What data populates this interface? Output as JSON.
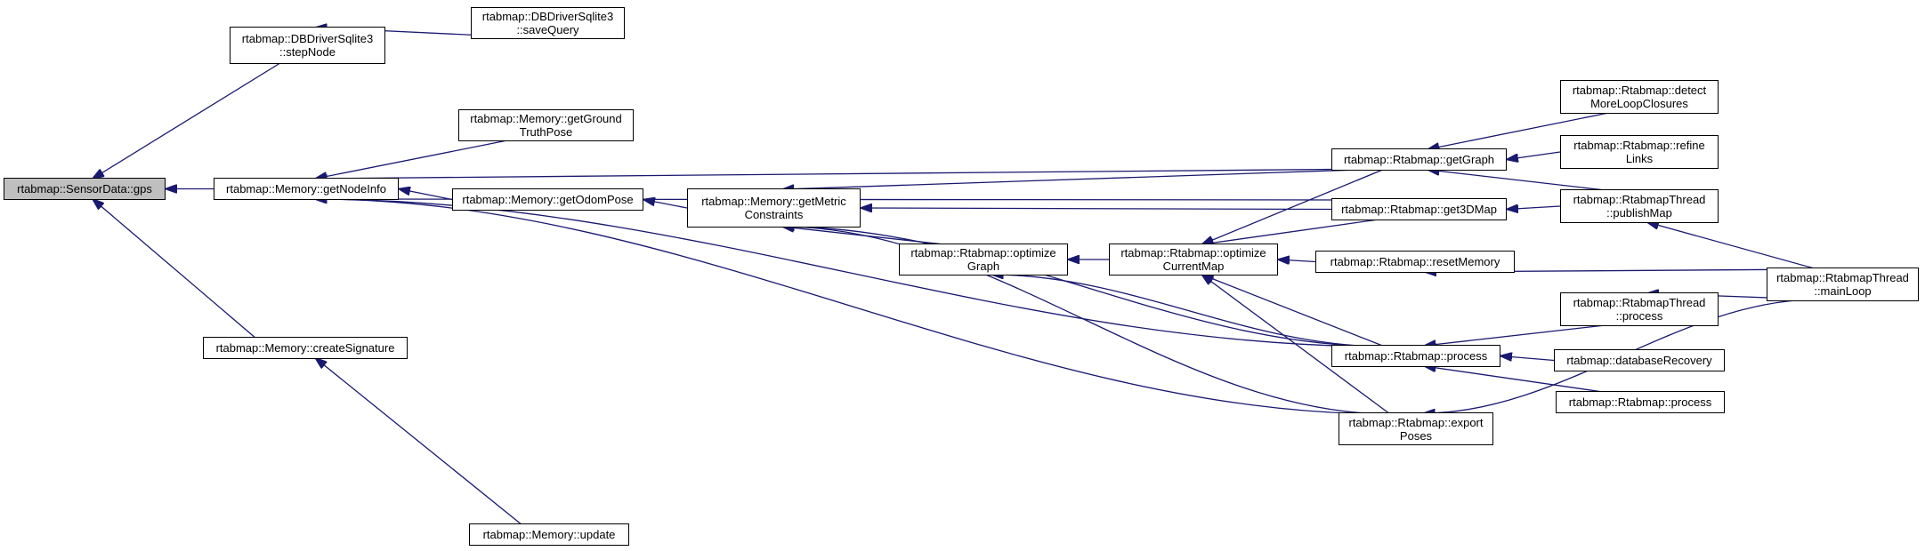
{
  "colors": {
    "edge": "#191970",
    "root_fill": "#bfbfbf",
    "node_fill": "#ffffff",
    "node_border": "#000000"
  },
  "nodes": [
    {
      "id": "gps",
      "lines": [
        "rtabmap::SensorData::gps"
      ],
      "root": true
    },
    {
      "id": "stepNode",
      "lines": [
        "rtabmap::DBDriverSqlite3",
        "::stepNode"
      ]
    },
    {
      "id": "saveQuery",
      "lines": [
        "rtabmap::DBDriverSqlite3",
        "::saveQuery"
      ]
    },
    {
      "id": "getNodeInfo",
      "lines": [
        "rtabmap::Memory::getNodeInfo"
      ]
    },
    {
      "id": "getGroundTruthPose",
      "lines": [
        "rtabmap::Memory::getGround",
        "TruthPose"
      ]
    },
    {
      "id": "getOdomPose",
      "lines": [
        "rtabmap::Memory::getOdomPose"
      ]
    },
    {
      "id": "getMetricConstraints",
      "lines": [
        "rtabmap::Memory::getMetric",
        "Constraints"
      ]
    },
    {
      "id": "optimizeGraph",
      "lines": [
        "rtabmap::Rtabmap::optimize",
        "Graph"
      ]
    },
    {
      "id": "optimizeCurrentMap",
      "lines": [
        "rtabmap::Rtabmap::optimize",
        "CurrentMap"
      ]
    },
    {
      "id": "getGraph",
      "lines": [
        "rtabmap::Rtabmap::getGraph"
      ]
    },
    {
      "id": "get3DMap",
      "lines": [
        "rtabmap::Rtabmap::get3DMap"
      ]
    },
    {
      "id": "resetMemory",
      "lines": [
        "rtabmap::Rtabmap::resetMemory"
      ]
    },
    {
      "id": "process",
      "lines": [
        "rtabmap::Rtabmap::process"
      ]
    },
    {
      "id": "exportPoses",
      "lines": [
        "rtabmap::Rtabmap::export",
        "Poses"
      ]
    },
    {
      "id": "detectMoreLoopClosures",
      "lines": [
        "rtabmap::Rtabmap::detect",
        "MoreLoopClosures"
      ]
    },
    {
      "id": "refineLinks",
      "lines": [
        "rtabmap::Rtabmap::refine",
        "Links"
      ]
    },
    {
      "id": "publishMap",
      "lines": [
        "rtabmap::RtabmapThread",
        "::publishMap"
      ]
    },
    {
      "id": "threadProcess",
      "lines": [
        "rtabmap::RtabmapThread",
        "::process"
      ]
    },
    {
      "id": "databaseRecovery",
      "lines": [
        "rtabmap::databaseRecovery"
      ]
    },
    {
      "id": "process2",
      "lines": [
        "rtabmap::Rtabmap::process"
      ]
    },
    {
      "id": "mainLoop",
      "lines": [
        "rtabmap::RtabmapThread",
        "::mainLoop"
      ]
    },
    {
      "id": "createSignature",
      "lines": [
        "rtabmap::Memory::createSignature"
      ]
    },
    {
      "id": "update",
      "lines": [
        "rtabmap::Memory::update"
      ]
    }
  ],
  "edges": [
    {
      "from": "stepNode",
      "to": "gps"
    },
    {
      "from": "getNodeInfo",
      "to": "gps"
    },
    {
      "from": "createSignature",
      "to": "gps"
    },
    {
      "from": "saveQuery",
      "to": "stepNode"
    },
    {
      "from": "getGroundTruthPose",
      "to": "getNodeInfo"
    },
    {
      "from": "getOdomPose",
      "to": "getNodeInfo"
    },
    {
      "from": "getGraph",
      "to": "getNodeInfo"
    },
    {
      "from": "get3DMap",
      "to": "getNodeInfo"
    },
    {
      "from": "process",
      "to": "getNodeInfo"
    },
    {
      "from": "exportPoses",
      "to": "getNodeInfo"
    },
    {
      "from": "getMetricConstraints",
      "to": "getOdomPose"
    },
    {
      "from": "getGraph",
      "to": "getMetricConstraints"
    },
    {
      "from": "get3DMap",
      "to": "getMetricConstraints"
    },
    {
      "from": "optimizeGraph",
      "to": "getMetricConstraints"
    },
    {
      "from": "process",
      "to": "getMetricConstraints"
    },
    {
      "from": "exportPoses",
      "to": "getMetricConstraints"
    },
    {
      "from": "optimizeCurrentMap",
      "to": "optimizeGraph"
    },
    {
      "from": "process",
      "to": "optimizeGraph"
    },
    {
      "from": "getGraph",
      "to": "optimizeCurrentMap"
    },
    {
      "from": "get3DMap",
      "to": "optimizeCurrentMap"
    },
    {
      "from": "resetMemory",
      "to": "optimizeCurrentMap"
    },
    {
      "from": "process",
      "to": "optimizeCurrentMap"
    },
    {
      "from": "exportPoses",
      "to": "optimizeCurrentMap"
    },
    {
      "from": "detectMoreLoopClosures",
      "to": "getGraph"
    },
    {
      "from": "refineLinks",
      "to": "getGraph"
    },
    {
      "from": "publishMap",
      "to": "getGraph"
    },
    {
      "from": "publishMap",
      "to": "get3DMap"
    },
    {
      "from": "mainLoop",
      "to": "publishMap"
    },
    {
      "from": "mainLoop",
      "to": "resetMemory"
    },
    {
      "from": "threadProcess",
      "to": "process"
    },
    {
      "from": "databaseRecovery",
      "to": "process"
    },
    {
      "from": "process2",
      "to": "process"
    },
    {
      "from": "mainLoop",
      "to": "threadProcess"
    },
    {
      "from": "mainLoop",
      "to": "exportPoses"
    },
    {
      "from": "update",
      "to": "createSignature"
    }
  ]
}
